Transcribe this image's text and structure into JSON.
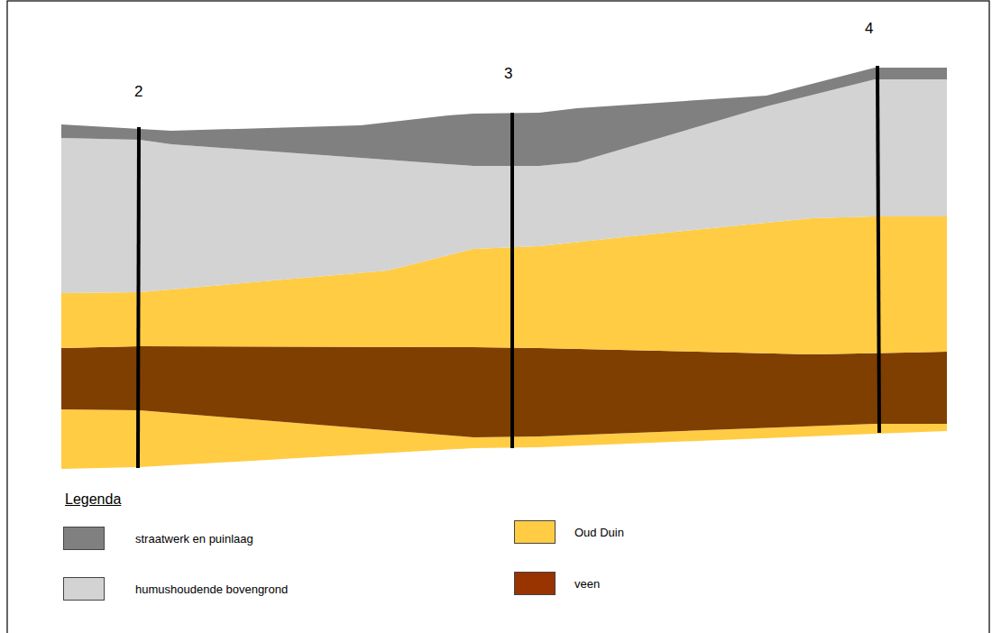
{
  "diagram": {
    "labels": [
      "2",
      "3",
      "4",
      "Legenda"
    ],
    "legend": [
      {
        "text": "straatwerk en puinlaag",
        "color": "#808080"
      },
      {
        "text": "humushoudende bovengrond",
        "color": "#d3d3d3"
      },
      {
        "text": "Oud Duin",
        "color": "#ffcc44"
      },
      {
        "text": "veen",
        "color": "#993300"
      }
    ]
  }
}
